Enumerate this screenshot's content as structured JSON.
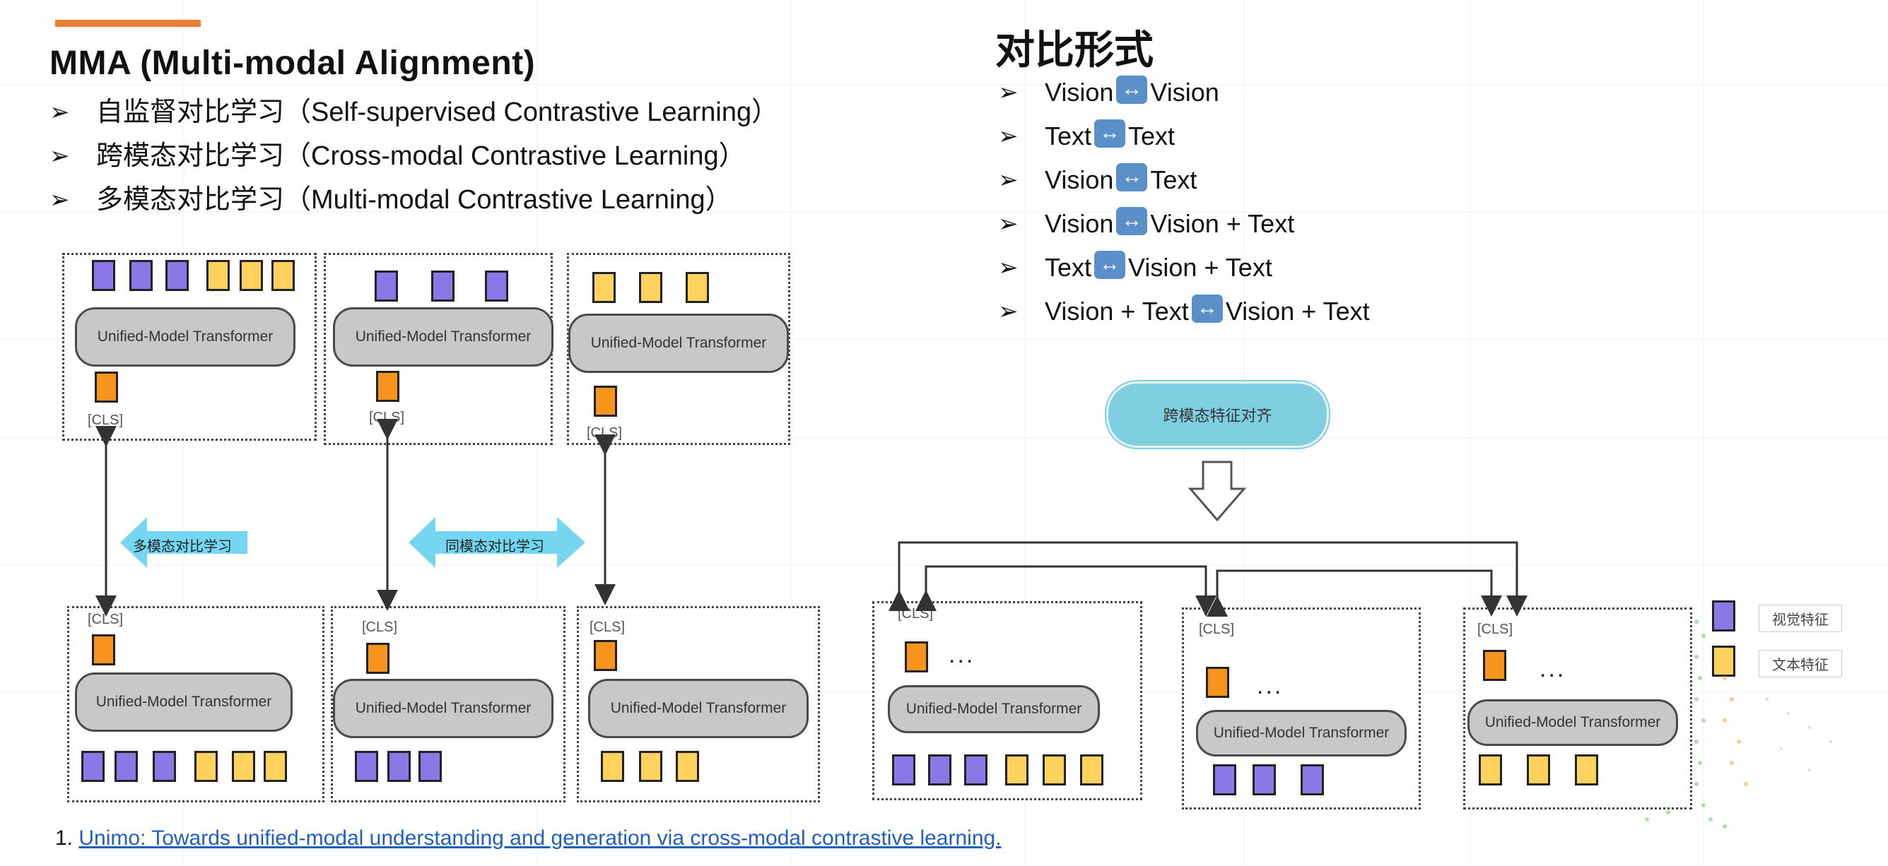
{
  "left": {
    "title": "MMA (Multi-modal Alignment)",
    "bullets": [
      {
        "marker": "➢",
        "zh": "自监督对比学习",
        "en": "（Self-supervised Contrastive Learning）"
      },
      {
        "marker": "➢",
        "zh": "跨模态对比学习",
        "en": "（Cross-modal Contrastive Learning）"
      },
      {
        "marker": "➢",
        "zh": "多模态对比学习",
        "en": "（Multi-modal Contrastive Learning）"
      }
    ]
  },
  "right": {
    "title": "对比形式",
    "forms": [
      {
        "a": "Vision",
        "b": "Vision"
      },
      {
        "a": "Text",
        "b": "Text"
      },
      {
        "a": "Vision",
        "b": "Text"
      },
      {
        "a": "Vision",
        "b": "Vision + Text"
      },
      {
        "a": "Text",
        "b": "Vision + Text"
      },
      {
        "a": "Vision + Text",
        "b": "Vision + Text"
      }
    ],
    "swap_icon": "left-right-arrow-icon"
  },
  "diagram": {
    "transformer_label": "Unified-Model Transformer",
    "cls_label": "[CLS]",
    "ellipsis": "...",
    "arrow_multi": "多模态对比学习",
    "arrow_same": "同模态对比学习",
    "align_box": "跨模态特征对齐",
    "colors": {
      "vision": "#8b78e6",
      "text": "#ffd25e",
      "cls": "#f7941d",
      "arrow": "#74d6f0",
      "pill": "#7fcfe0"
    }
  },
  "legend": {
    "vision": "视觉特征",
    "text": "文本特征"
  },
  "footnote": {
    "number": "1.",
    "link_text": "Unimo: Towards unified-modal understanding and generation via cross-modal contrastive learning."
  }
}
